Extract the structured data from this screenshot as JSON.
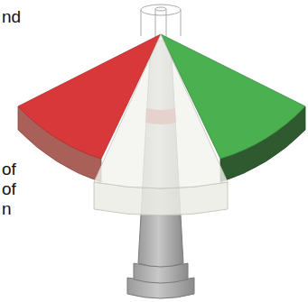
{
  "diagram": {
    "labels": [
      "nd",
      "of",
      "of",
      "n"
    ]
  }
}
